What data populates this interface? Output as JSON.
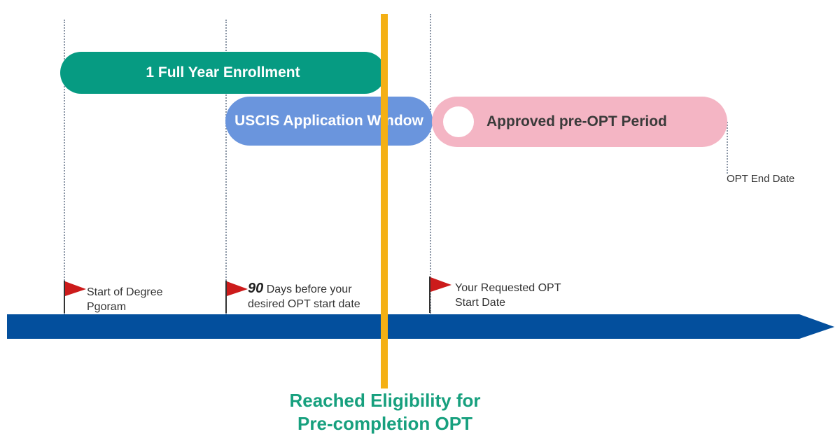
{
  "bars": {
    "enrollment": "1 Full Year Enrollment",
    "uscis_window": "USCIS Application Window",
    "approved_period": "Approved pre-OPT Period"
  },
  "milestones": {
    "start_degree": {
      "line1": "Start of Degree",
      "line2": "Pgoram"
    },
    "ninety_days": {
      "number": "90",
      "line1_rest": " Days before your",
      "line2": "desired OPT start date"
    },
    "requested_start": {
      "line1": "Your Requested OPT",
      "line2": "Start Date"
    },
    "opt_end": "OPT End Date"
  },
  "caption": {
    "line1": "Reached Eligibility for",
    "line2": "Pre-completion OPT"
  },
  "colors": {
    "enrollment": "#069b82",
    "uscis_window": "#6a95dd",
    "approved_period": "#f4b5c4",
    "timeline_arrow": "#034f9d",
    "eligibility_line": "#f4b014",
    "flag": "#cc1b1b",
    "caption": "#17a07e"
  }
}
